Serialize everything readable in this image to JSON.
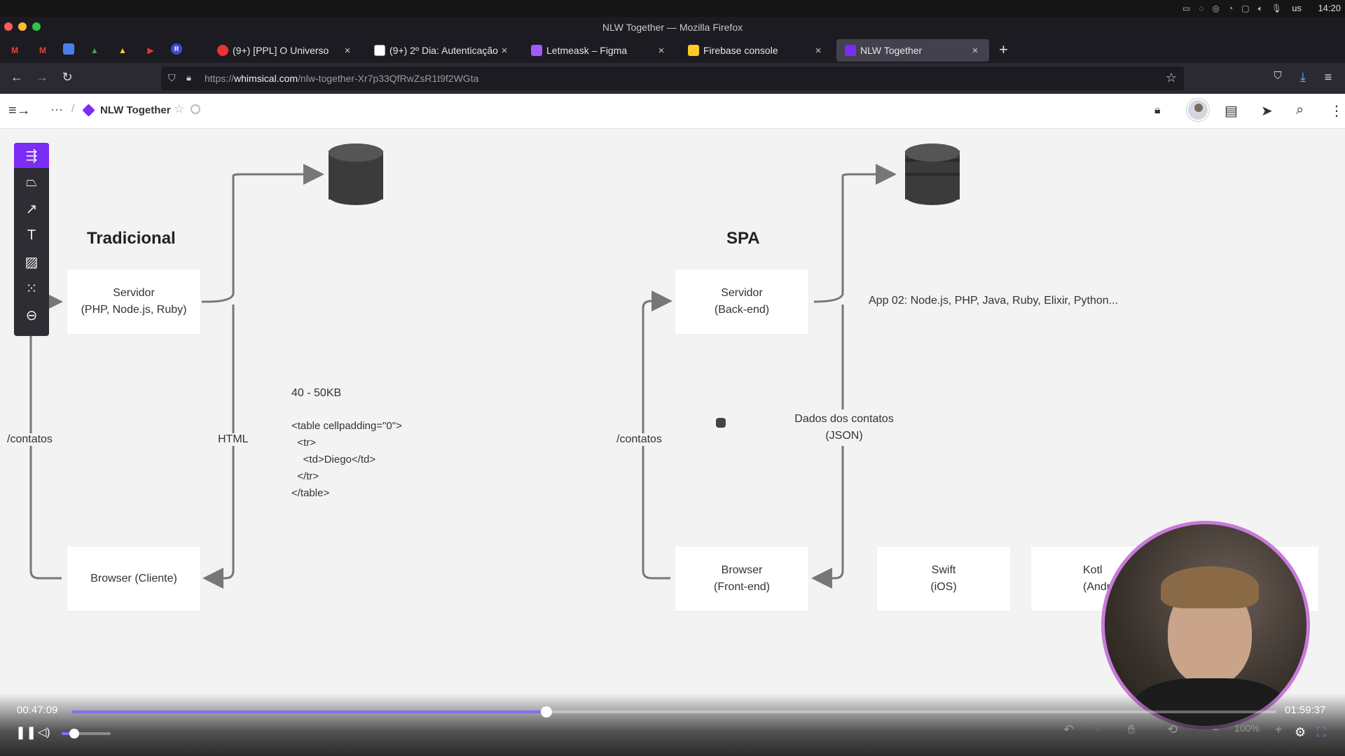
{
  "os": {
    "keyboard_layout": "us",
    "clock": "14:20"
  },
  "browser": {
    "window_title": "NLW Together — Mozilla Firefox",
    "tabs": [
      {
        "label": "(9+) [PPL] O Universo",
        "icon": "youtube-icon",
        "color": "#e93434"
      },
      {
        "label": "(9+) 2º Dia: Autenticação",
        "icon": "notion-icon",
        "color": "#ffffff"
      },
      {
        "label": "Letmeask – Figma",
        "icon": "figma-icon",
        "color": "#a259ff"
      },
      {
        "label": "Firebase console",
        "icon": "firebase-icon",
        "color": "#ffca28"
      },
      {
        "label": "NLW Together",
        "icon": "whimsical-icon",
        "color": "#7b2cf5",
        "active": true
      }
    ],
    "url_prefix": "https://",
    "url_host": "whimsical.com",
    "url_path": "/nlw-together-Xr7p33QfRwZsR1t9f2WGta"
  },
  "app": {
    "board_name": "NLW Together"
  },
  "diagram": {
    "tradicional": {
      "heading": "Tradicional",
      "server_line1": "Servidor",
      "server_line2": "(PHP, Node.js, Ruby)",
      "browser": "Browser (Cliente)",
      "route_label": "/contatos",
      "response_label": "HTML",
      "size_note": "40 - 50KB",
      "code": "<table cellpadding=\"0\">\n  <tr>\n    <td>Diego</td>\n  </tr>\n</table>"
    },
    "spa": {
      "heading": "SPA",
      "server_line1": "Servidor",
      "server_line2": "(Back-end)",
      "browser_line1": "Browser",
      "browser_line2": "(Front-end)",
      "route_label": "/contatos",
      "data_line1": "Dados dos contatos",
      "data_line2": "(JSON)",
      "apps_note": "App 02: Node.js, PHP, Java, Ruby, Elixir, Python...",
      "swift_line1": "Swift",
      "swift_line2": "(iOS)",
      "kotlin_line1": "Kotl",
      "kotlin_line2": "(Andr"
    }
  },
  "player": {
    "elapsed": "00:47:09",
    "duration": "01:59:37",
    "progress": 0.3944,
    "volume": 0.25,
    "zoom_label": "100%"
  },
  "colors": {
    "accent": "#7b2cf5",
    "progress": "#8a6cf0",
    "webcam_ring": "#c77ad8"
  }
}
